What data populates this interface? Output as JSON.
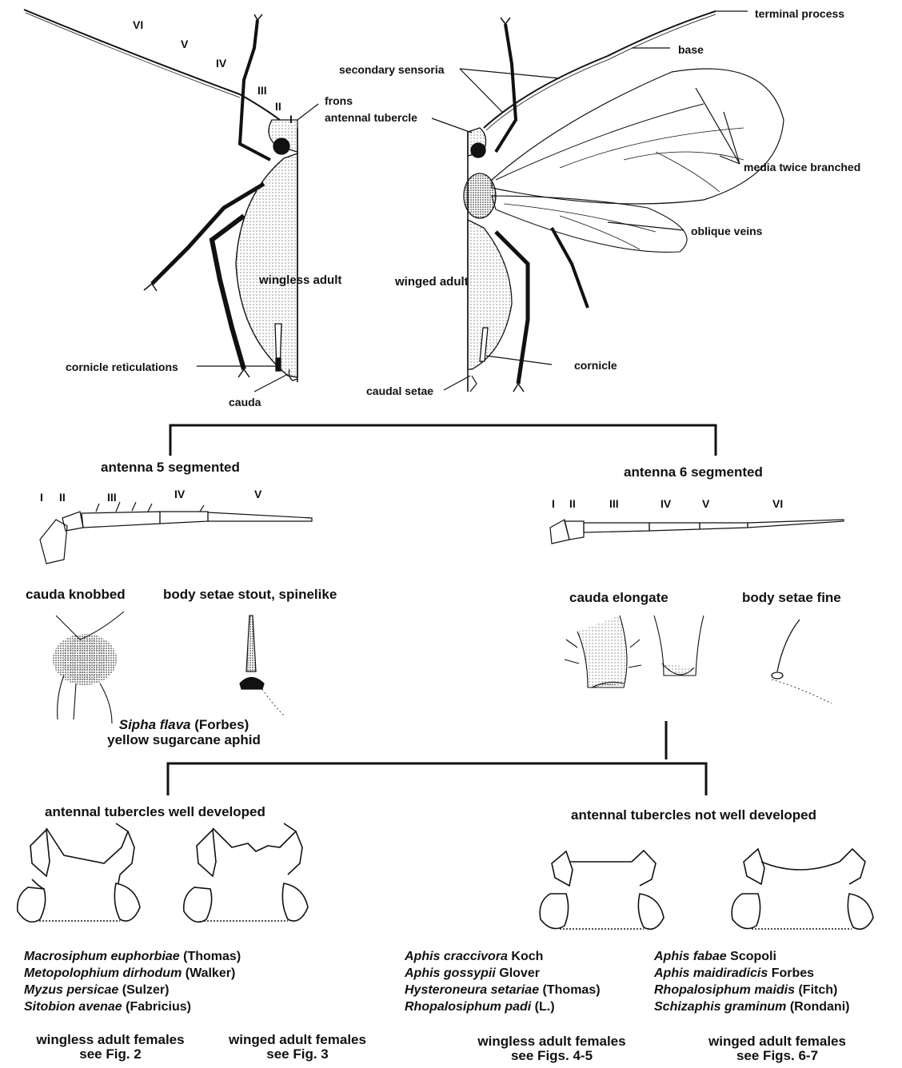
{
  "top": {
    "wingless_label": "wingless adult",
    "winged_label": "winged adult",
    "antenna_segments_left": [
      "VI",
      "V",
      "IV",
      "III",
      "II",
      "I"
    ],
    "callouts": {
      "terminal_process": "terminal process",
      "base": "base",
      "secondary_sensoria": "secondary sensoria",
      "frons": "frons",
      "antennal_tubercle": "antennal tubercle",
      "media_twice_branched": "media twice branched",
      "oblique_veins": "oblique veins",
      "cornicle_reticulations": "cornicle reticulations",
      "cauda": "cauda",
      "cornicle": "cornicle",
      "caudal_setae": "caudal setae"
    }
  },
  "branch_antenna": {
    "left_heading": "antenna 5 segmented",
    "left_segments": [
      "I",
      "II",
      "III",
      "IV",
      "V"
    ],
    "right_heading": "antenna 6 segmented",
    "right_segments": [
      "I",
      "II",
      "III",
      "IV",
      "V",
      "VI"
    ]
  },
  "branch_cauda": {
    "cauda_knobbed": "cauda knobbed",
    "setae_stout": "body setae stout, spinelike",
    "cauda_elongate": "cauda elongate",
    "setae_fine": "body setae fine",
    "sipha_genus": "Sipha flava",
    "sipha_author": "(Forbes)",
    "sipha_common": "yellow sugarcane aphid"
  },
  "branch_tubercles": {
    "well_developed": "antennal tubercles well developed",
    "not_well_developed": "antennal tubercles not well developed"
  },
  "species": {
    "group1": [
      {
        "name": "Macrosiphum euphorbiae",
        "author": "(Thomas)"
      },
      {
        "name": "Metopolophium dirhodum",
        "author": "(Walker)"
      },
      {
        "name": "Myzus persicae",
        "author": "(Sulzer)"
      },
      {
        "name": "Sitobion avenae",
        "author": "(Fabricius)"
      }
    ],
    "group2": [
      {
        "name": "Aphis craccivora",
        "author": "Koch"
      },
      {
        "name": "Aphis gossypii",
        "author": "Glover"
      },
      {
        "name": "Hysteroneura setariae",
        "author": "(Thomas)"
      },
      {
        "name": "Rhopalosiphum padi",
        "author": "(L.)"
      }
    ],
    "group3": [
      {
        "name": "Aphis fabae",
        "author": "Scopoli"
      },
      {
        "name": "Aphis maidiradicis",
        "author": "Forbes"
      },
      {
        "name": "Rhopalosiphum maidis",
        "author": "(Fitch)"
      },
      {
        "name": "Schizaphis graminum",
        "author": "(Rondani)"
      }
    ]
  },
  "footers": {
    "f1_line1": "wingless adult females",
    "f1_line2": "see Fig. 2",
    "f2_line1": "winged adult females",
    "f2_line2": "see Fig. 3",
    "f3_line1": "wingless adult females",
    "f3_line2": "see Figs. 4-5",
    "f4_line1": "winged adult females",
    "f4_line2": "see Figs. 6-7"
  }
}
